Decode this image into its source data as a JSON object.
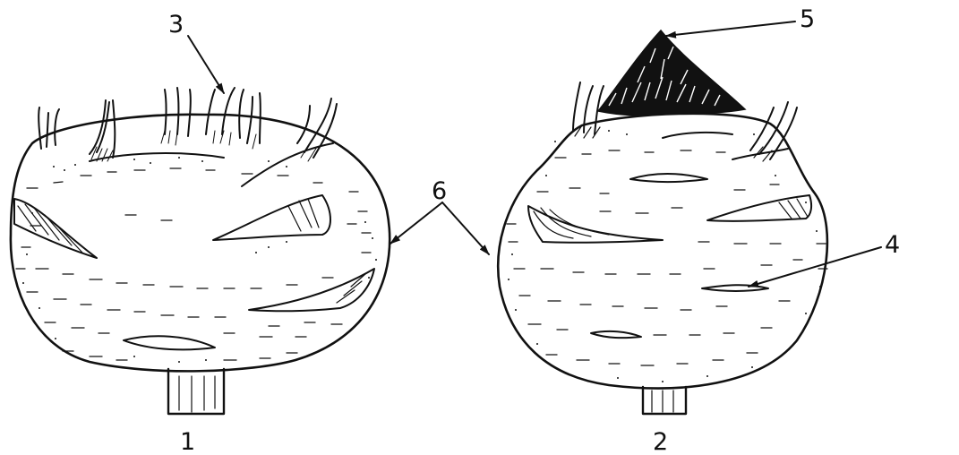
{
  "figure": {
    "captions": {
      "left": "1",
      "right": "2"
    },
    "callouts": {
      "leaves": "3",
      "cracks": "4",
      "sprouts": "5",
      "surface": "6"
    },
    "colors": {
      "ink": "#111111",
      "paper": "#ffffff"
    }
  }
}
